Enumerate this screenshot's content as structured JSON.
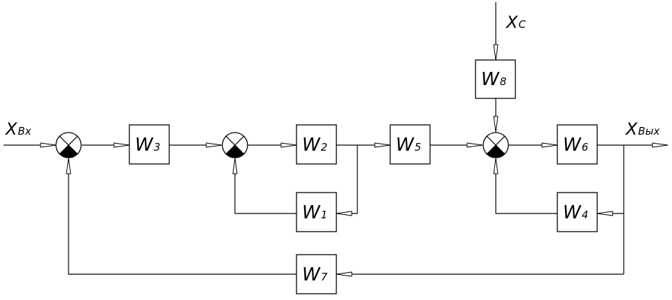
{
  "blocks": {
    "w3": {
      "letter": "W",
      "index": "3"
    },
    "w2": {
      "letter": "W",
      "index": "2"
    },
    "w5": {
      "letter": "W",
      "index": "5"
    },
    "w8": {
      "letter": "W",
      "index": "8"
    },
    "w6": {
      "letter": "W",
      "index": "6"
    },
    "w1": {
      "letter": "W",
      "index": "1"
    },
    "w4": {
      "letter": "W",
      "index": "4"
    },
    "w7": {
      "letter": "W",
      "index": "7"
    }
  },
  "signals": {
    "input": {
      "letter": "X",
      "sub": "Вх"
    },
    "disturbance": {
      "letter": "X",
      "sub": "С"
    },
    "output": {
      "letter": "X",
      "sub": "Вых"
    }
  }
}
